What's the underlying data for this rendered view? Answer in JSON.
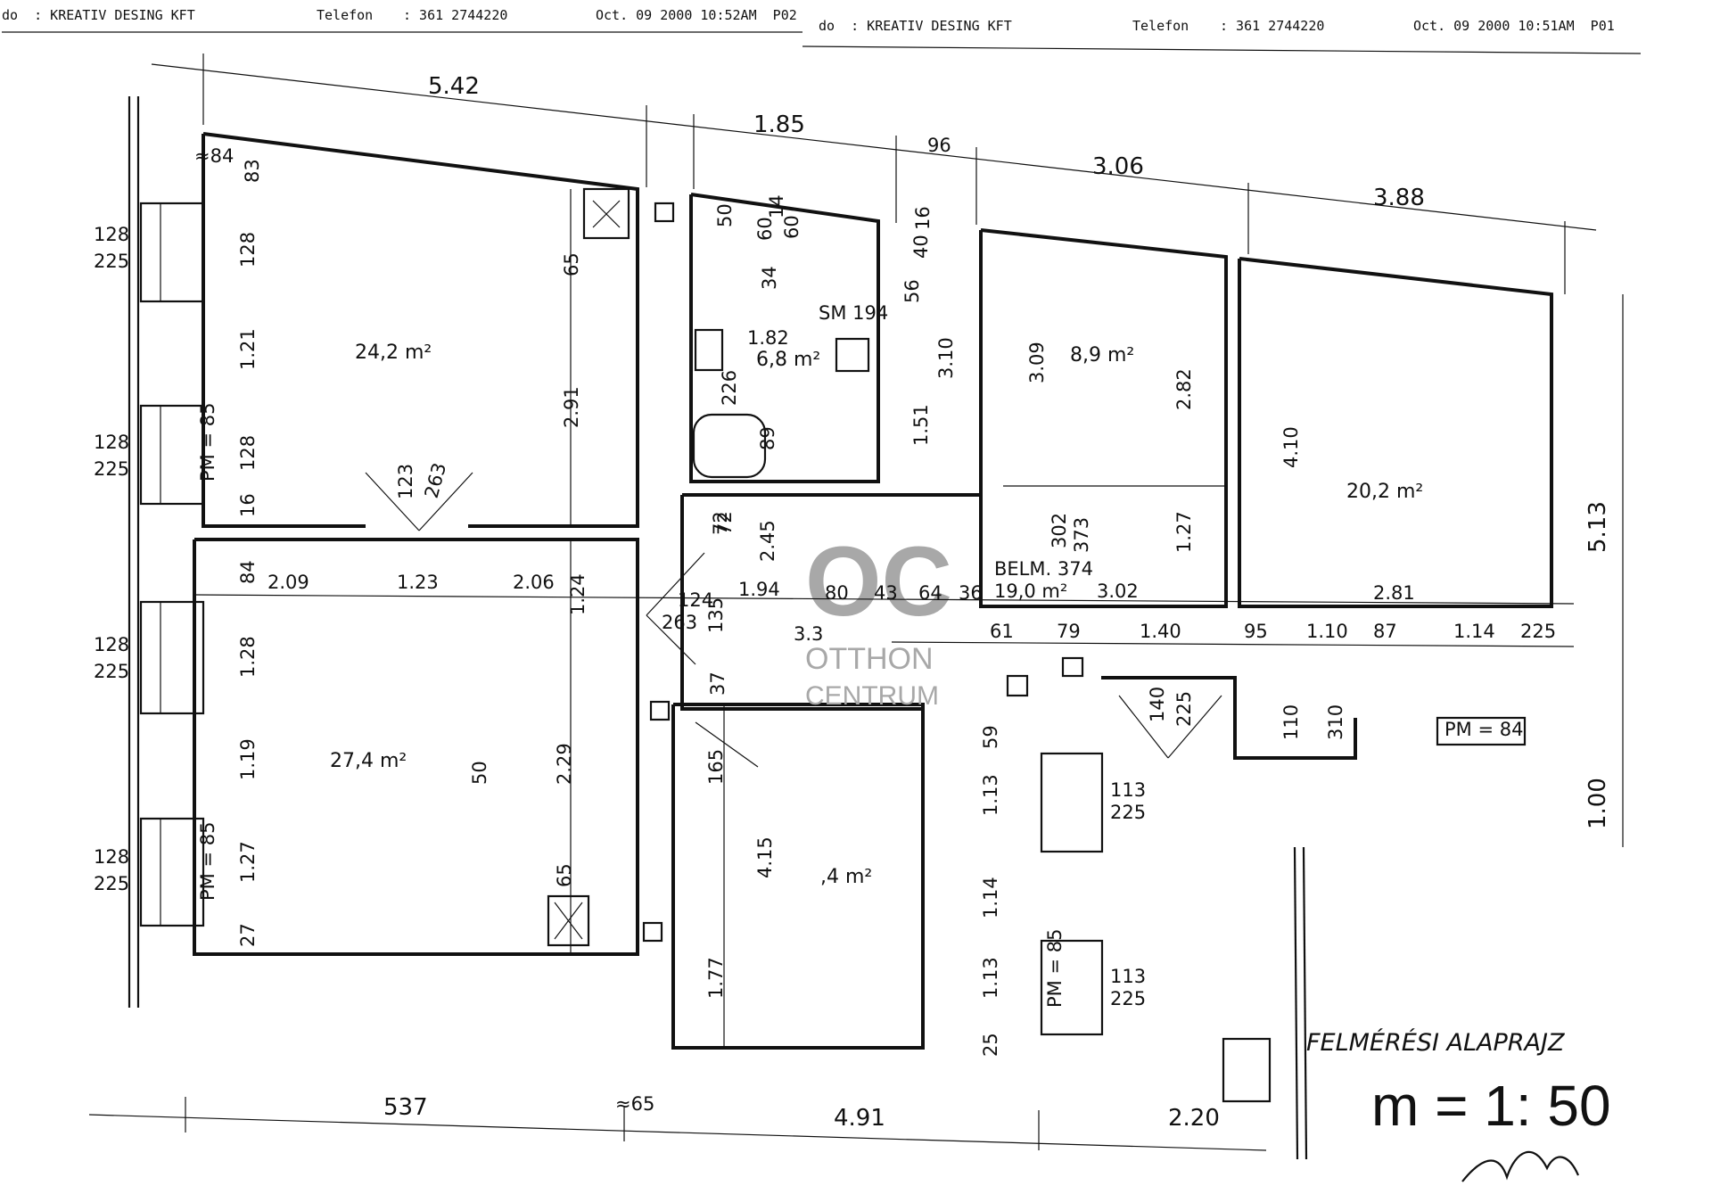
{
  "fax_headers": [
    {
      "left": "do  : KREATIV DESING KFT",
      "phone_label": "Telefon",
      "phone": ": 361 2744220",
      "stamp": "Oct. 09 2000 10:52AM  P02"
    },
    {
      "left": "do  : KREATIV DESING KFT",
      "phone_label": "Telefon",
      "phone": ": 361 2744220",
      "stamp": "Oct. 09 2000 10:51AM  P01"
    }
  ],
  "title": "FELMÉRÉSI ALAPRAJZ",
  "scale": "m = 1: 50",
  "watermark": {
    "logo": "OC",
    "line1": "OTTHON",
    "line2": "CENTRUM"
  },
  "rooms": [
    {
      "id": "room-a",
      "area": "24,2 m²"
    },
    {
      "id": "room-b",
      "area": "27,4 m²"
    },
    {
      "id": "room-c",
      "area": "6,8 m²"
    },
    {
      "id": "room-d",
      "area": "8,9 m²"
    },
    {
      "id": "room-e",
      "area": "20,2 m²"
    },
    {
      "id": "room-f",
      "area": ",4 m²"
    },
    {
      "id": "hall",
      "area": "19,0 m²",
      "label": "BELM. 374",
      "extra": "3.02"
    }
  ],
  "top_dims": [
    "5.42",
    "1.85",
    "96",
    "3.06",
    "3.88"
  ],
  "bottom_dims": [
    "537",
    "≈65",
    "4.91",
    "2.20"
  ],
  "right_dims": [
    "5.13",
    "1.00"
  ],
  "window_dims": [
    {
      "w": "128",
      "h": "225"
    },
    {
      "w": "128",
      "h": "225"
    },
    {
      "w": "128",
      "h": "225"
    },
    {
      "w": "128",
      "h": "225"
    },
    {
      "w": "113",
      "h": "225"
    },
    {
      "w": "113",
      "h": "225"
    }
  ],
  "inner_dims": {
    "a": [
      "128",
      "1.21",
      "128",
      "16",
      "84",
      "1.28",
      "1.19",
      "1.27",
      "27"
    ],
    "b": [
      "2.09",
      "1.23",
      "2.06",
      "1.24",
      "1.94",
      "80",
      "43",
      "64",
      "36"
    ],
    "c": [
      "2.91",
      "65",
      "2.29",
      "50",
      "65",
      "4.15",
      "1.77",
      "2.45",
      "72"
    ],
    "d": [
      "3.09",
      "2.82",
      "4.10",
      "1.27",
      "2.81",
      "3.10",
      "1.51"
    ],
    "e": [
      "61",
      "79",
      "1.40",
      "95",
      "1.10",
      "87",
      "1.14",
      "225"
    ],
    "f": [
      "1.13",
      "1.14",
      "1.13",
      "59",
      "25",
      "140",
      "225",
      "110",
      "310",
      "3.3"
    ],
    "g": [
      "123",
      "263",
      "124",
      "263",
      "135",
      "37",
      "165",
      "72",
      "89",
      "1.82",
      "226"
    ],
    "h": [
      "PM = 85",
      "PM = 85",
      "PM = 84",
      "PM = 85",
      "SM 194",
      "50",
      "60",
      "34",
      "60",
      "14",
      "56",
      "40",
      "16",
      "302",
      "373"
    ]
  },
  "corner_note": "≈84",
  "corner_note2": "83"
}
